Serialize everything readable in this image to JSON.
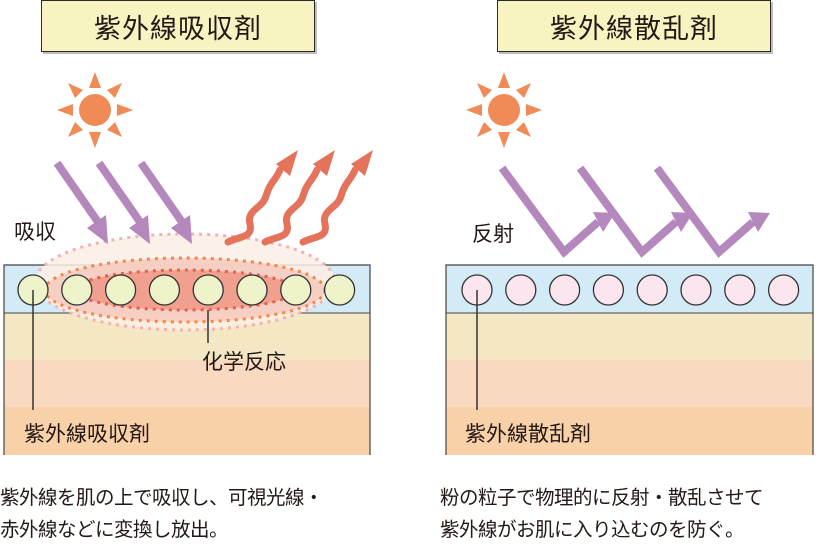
{
  "panels": [
    {
      "id": "absorber",
      "title": "紫外線吸収剤",
      "action_label": "吸収",
      "reaction_label": "化学反応",
      "agent_label": "紫外線吸収剤",
      "particle_count": 8,
      "caption_lines": [
        "紫外線を肌の上で吸収し、可視光線・",
        "赤外線などに変換し放出。"
      ]
    },
    {
      "id": "scatterer",
      "title": "紫外線散乱剤",
      "action_label": "反射",
      "agent_label": "紫外線散乱剤",
      "particle_count": 8,
      "caption_lines": [
        "粉の粒子で物理的に反射・散乱させて",
        "紫外線がお肌に入り込むのを防ぐ。"
      ]
    }
  ],
  "colors": {
    "title_bg": "#f7f4c2",
    "sun": "#f08a56",
    "uv_arrow": "#b487bd",
    "emission_arrow": "#e5725a",
    "skin_surface": "#d3ebf7",
    "skin_layer1": "#f4e7c4",
    "skin_layer2": "#f9dac0",
    "skin_layer3": "#f8d1a8",
    "absorber_particle": "#eff3c9",
    "scatterer_particle": "#fbe6f0",
    "reaction_core": "#f1a090",
    "reaction_mid": "#f6cbc0",
    "reaction_outer": "#fbeee4"
  }
}
